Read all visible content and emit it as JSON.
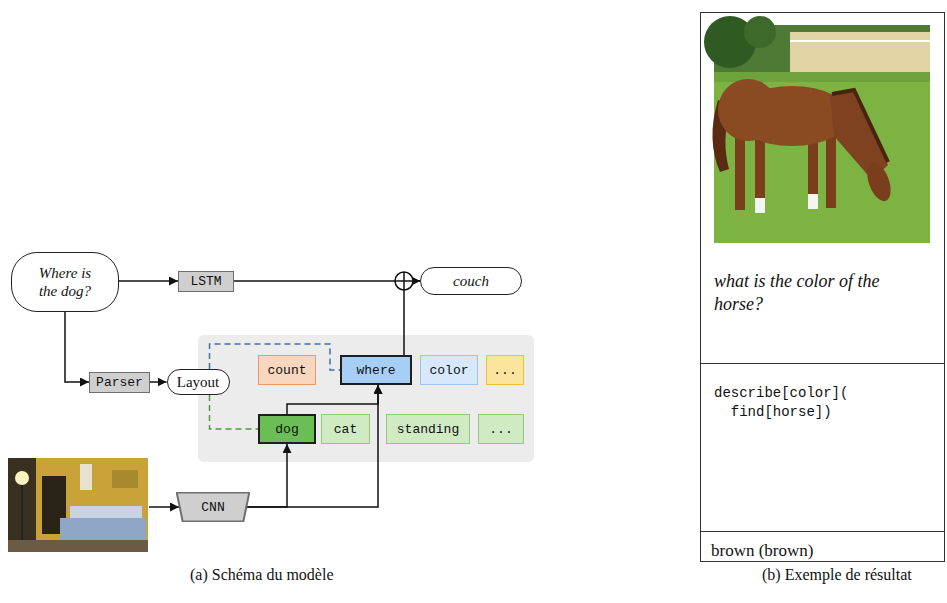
{
  "diagram": {
    "nodes": [
      {
        "text": [
          "Where is the dog?"
        ]
      },
      {
        "text": [
          "LSTM"
        ]
      },
      {
        "text": [
          "couch"
        ]
      },
      {
        "text": [
          "Parser"
        ]
      },
      {
        "text": [
          "Layout"
        ]
      },
      {
        "text": [
          "count"
        ]
      },
      {
        "text": [
          "where"
        ]
      },
      {
        "text": [
          "color"
        ]
      },
      {
        "text": [
          "..."
        ]
      },
      {
        "text": [
          "dog"
        ]
      },
      {
        "text": [
          "cat"
        ]
      },
      {
        "text": [
          "standing"
        ]
      },
      {
        "text": [
          "..."
        ]
      },
      {
        "text": [
          "CNN"
        ]
      },
      {
        "text": [
          "what is the color of the horse?",
          "describe[color]( find[horse])",
          "brown (brown)"
        ]
      }
    ],
    "edges": [
      {
        "from": 0,
        "to": 1,
        "arrow": "to"
      },
      {
        "from": 0,
        "to": 3,
        "arrow": "to"
      },
      {
        "from": 3,
        "to": 4,
        "arrow": "to"
      },
      {
        "from": 1,
        "to": 2,
        "arrow": "to"
      },
      {
        "from": 6,
        "to": 2,
        "arrow": "to"
      },
      {
        "from": 4,
        "to": 6,
        "arrow": "none"
      },
      {
        "from": 4,
        "to": 9,
        "arrow": "none"
      },
      {
        "from": 9,
        "to": 6,
        "arrow": "to"
      },
      {
        "from": 13,
        "to": 9,
        "arrow": "to"
      },
      {
        "from": 13,
        "to": 6,
        "arrow": "to"
      }
    ],
    "labels": [
      "(a) Schéma du modèle",
      "(b) Exemple de résultat"
    ]
  }
}
